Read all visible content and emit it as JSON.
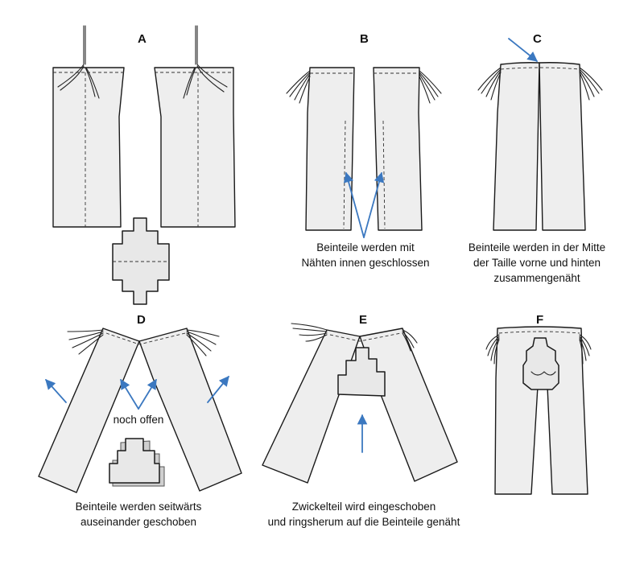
{
  "steps": [
    {
      "letter": "A",
      "caption": []
    },
    {
      "letter": "B",
      "caption": [
        "Beinteile werden mit",
        "Nähten innen geschlossen"
      ]
    },
    {
      "letter": "C",
      "caption": [
        "Beinteile werden in der Mitte",
        "der Taille vorne und hinten",
        "zusammengenäht"
      ]
    },
    {
      "letter": "D",
      "caption": [
        "Beinteile werden seitwärts",
        "auseinander geschoben"
      ],
      "note": "noch offen"
    },
    {
      "letter": "E",
      "caption": [
        "Zwickelteil wird eingeschoben",
        "und ringsherum auf die Beinteile genäht"
      ]
    },
    {
      "letter": "F",
      "caption": []
    }
  ],
  "colors": {
    "arrow": "#3b78c0",
    "fabric": "#eeeeee",
    "outline": "#1a1a1a"
  }
}
